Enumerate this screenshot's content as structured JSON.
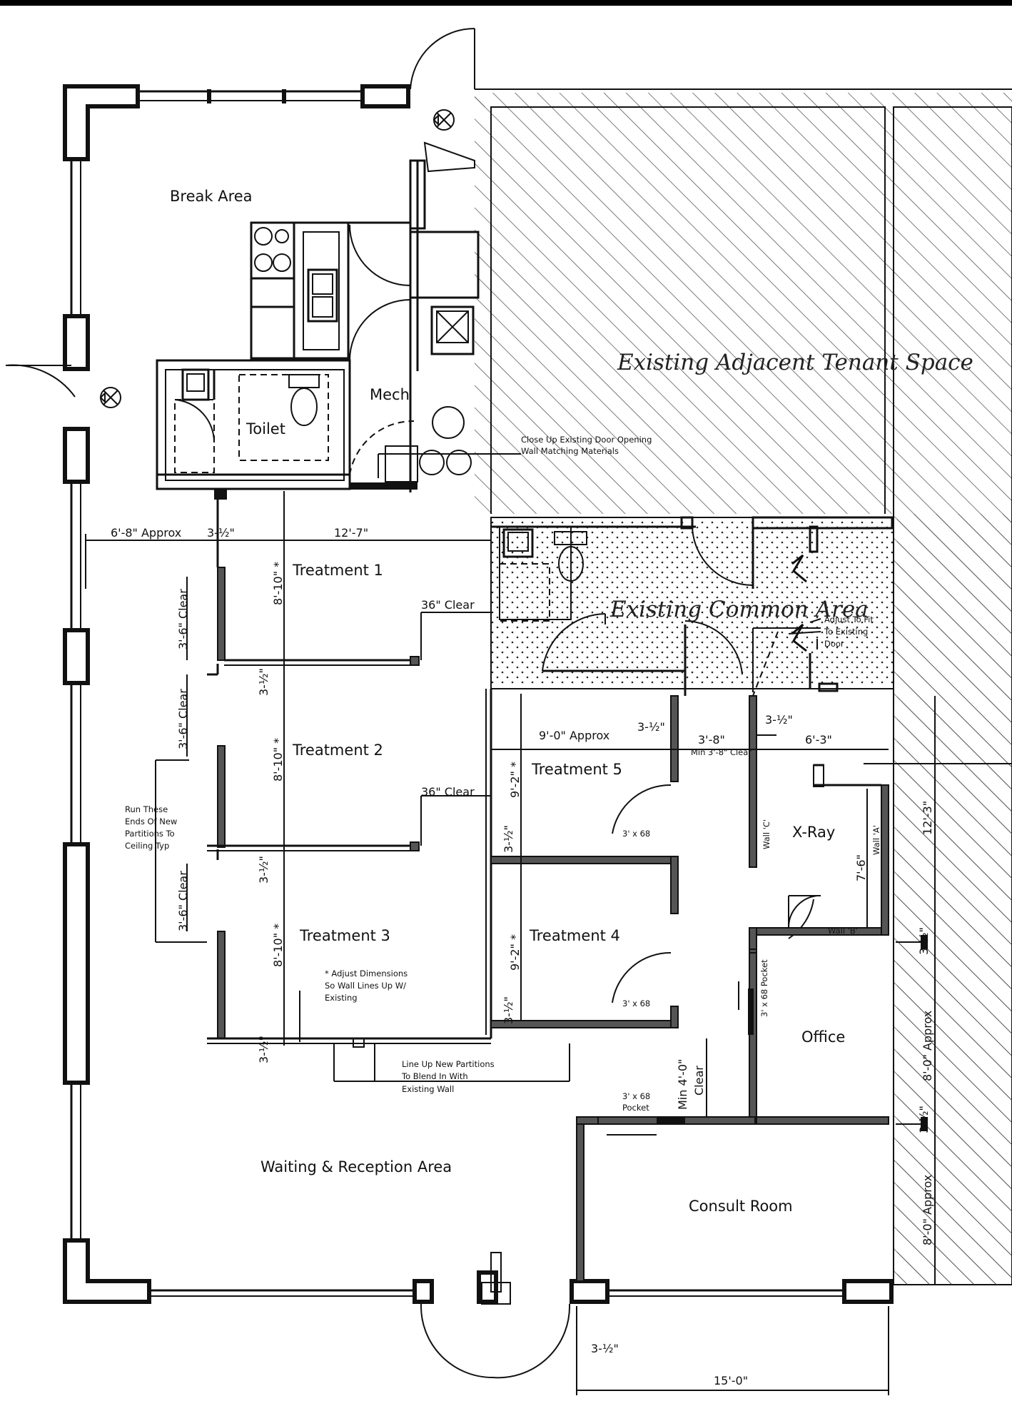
{
  "rooms": {
    "break_area": "Break Area",
    "mech": "Mech",
    "toilet": "Toilet",
    "treatment_1": "Treatment 1",
    "treatment_2": "Treatment 2",
    "treatment_3": "Treatment 3",
    "treatment_4": "Treatment 4",
    "treatment_5": "Treatment 5",
    "xray": "X-Ray",
    "office": "Office",
    "consult": "Consult Room",
    "waiting": "Waiting & Reception Area",
    "adjacent_tenant": "Existing Adjacent Tenant Space",
    "common_area": "Existing Common Area"
  },
  "dimensions": {
    "approx_6_8": "6'-8\" Approx",
    "thick_3_half_a": "3-½\"",
    "width_12_7": "12'-7\"",
    "clear_3_6_a": "3'-6\" Clear",
    "clear_3_6_b": "3'-6\" Clear",
    "clear_3_6_c": "3'-6\" Clear",
    "clear_36_a": "36\" Clear",
    "clear_36_b": "36\" Clear",
    "ht_8_10_a": "8'-10\" *",
    "ht_8_10_b": "8'-10\" *",
    "ht_8_10_c": "8'-10\" *",
    "thick_3_half_b": "3-½\"",
    "thick_3_half_c": "3-½\"",
    "thick_3_half_d": "3-½\"",
    "approx_9_0": "9'-0\" Approx",
    "thick_3_half_e": "3-½\"",
    "width_3_8": "3'-8\"",
    "min_clear": "Min 3'-8\" Clear",
    "thick_3_half_f": "3-½\"",
    "width_6_3": "6'-3\"",
    "ht_9_2_a": "9'-2\" *",
    "ht_9_2_b": "9'-2\" *",
    "thick_3_half_g": "3-½\"",
    "thick_3_half_h": "3-½\"",
    "ht_12_3": "12'-3\"",
    "ht_7_6": "7'-6\"",
    "min_4_0": "Min 4'-0\"",
    "clear": "Clear",
    "approx_8_0_a": "8'-0\" Approx",
    "approx_8_0_b": "8'-0\" Approx",
    "thick_3_half_i": "3-½\"",
    "thick_3_half_j": "3-½\"",
    "thick_3_half_k": "3-½\"",
    "width_15_0": "15'-0\""
  },
  "doors": {
    "door_t5": "3' x 68",
    "door_t4": "3' x 68",
    "pocket_office": "3' x 68 Pocket",
    "pocket_consult_1": "3' x 68",
    "pocket_consult_2": "Pocket"
  },
  "walls": {
    "wall_c": "Wall 'C'",
    "wall_a": "Wall 'A'",
    "wall_b": "Wall 'B'"
  },
  "notes": {
    "close_up_1": "Close Up Existing Door Opening",
    "close_up_2": "Wall Matching Materials",
    "adjust_1": "Adjust To Fit",
    "adjust_2": "To Existing",
    "adjust_3": "Door",
    "run_1": "Run These",
    "run_2": "Ends Of New",
    "run_3": "Partitions To",
    "run_4": "Ceiling Typ",
    "adjust_dim_1": "* Adjust Dimensions",
    "adjust_dim_2": "So Wall Lines Up W/",
    "adjust_dim_3": "Existing",
    "line_up_1": "Line Up New Partitions",
    "line_up_2": "To Blend In With",
    "line_up_3": "Existing Wall"
  },
  "icons": [
    "electrical-panel-icon",
    "sink-icon",
    "toilet-icon",
    "range-icon",
    "water-heater-icon"
  ]
}
